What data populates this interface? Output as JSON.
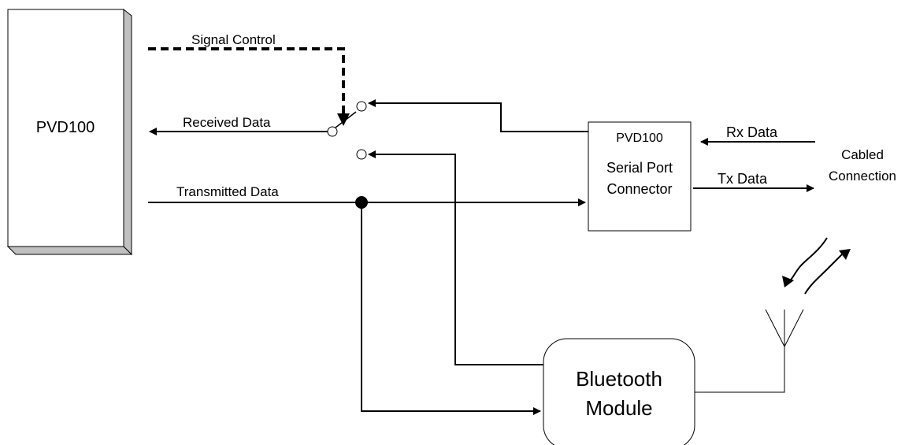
{
  "labels": {
    "pvd100_main": "PVD100",
    "signal_control": "Signal Control",
    "received_data": "Received Data",
    "transmitted_data": "Transmitted Data",
    "serial_port": {
      "line1": "PVD100",
      "line2": "Serial Port",
      "line3": "Connector"
    },
    "rx_data": "Rx Data",
    "tx_data": "Tx Data",
    "cabled_connection": {
      "line1": "Cabled",
      "line2": "Connection"
    },
    "bluetooth_module": {
      "line1": "Bluetooth",
      "line2": "Module"
    }
  },
  "colors": {
    "stroke": "#000000",
    "box_fill": "#ffffff",
    "box_shadow": "#c0c0c0"
  }
}
